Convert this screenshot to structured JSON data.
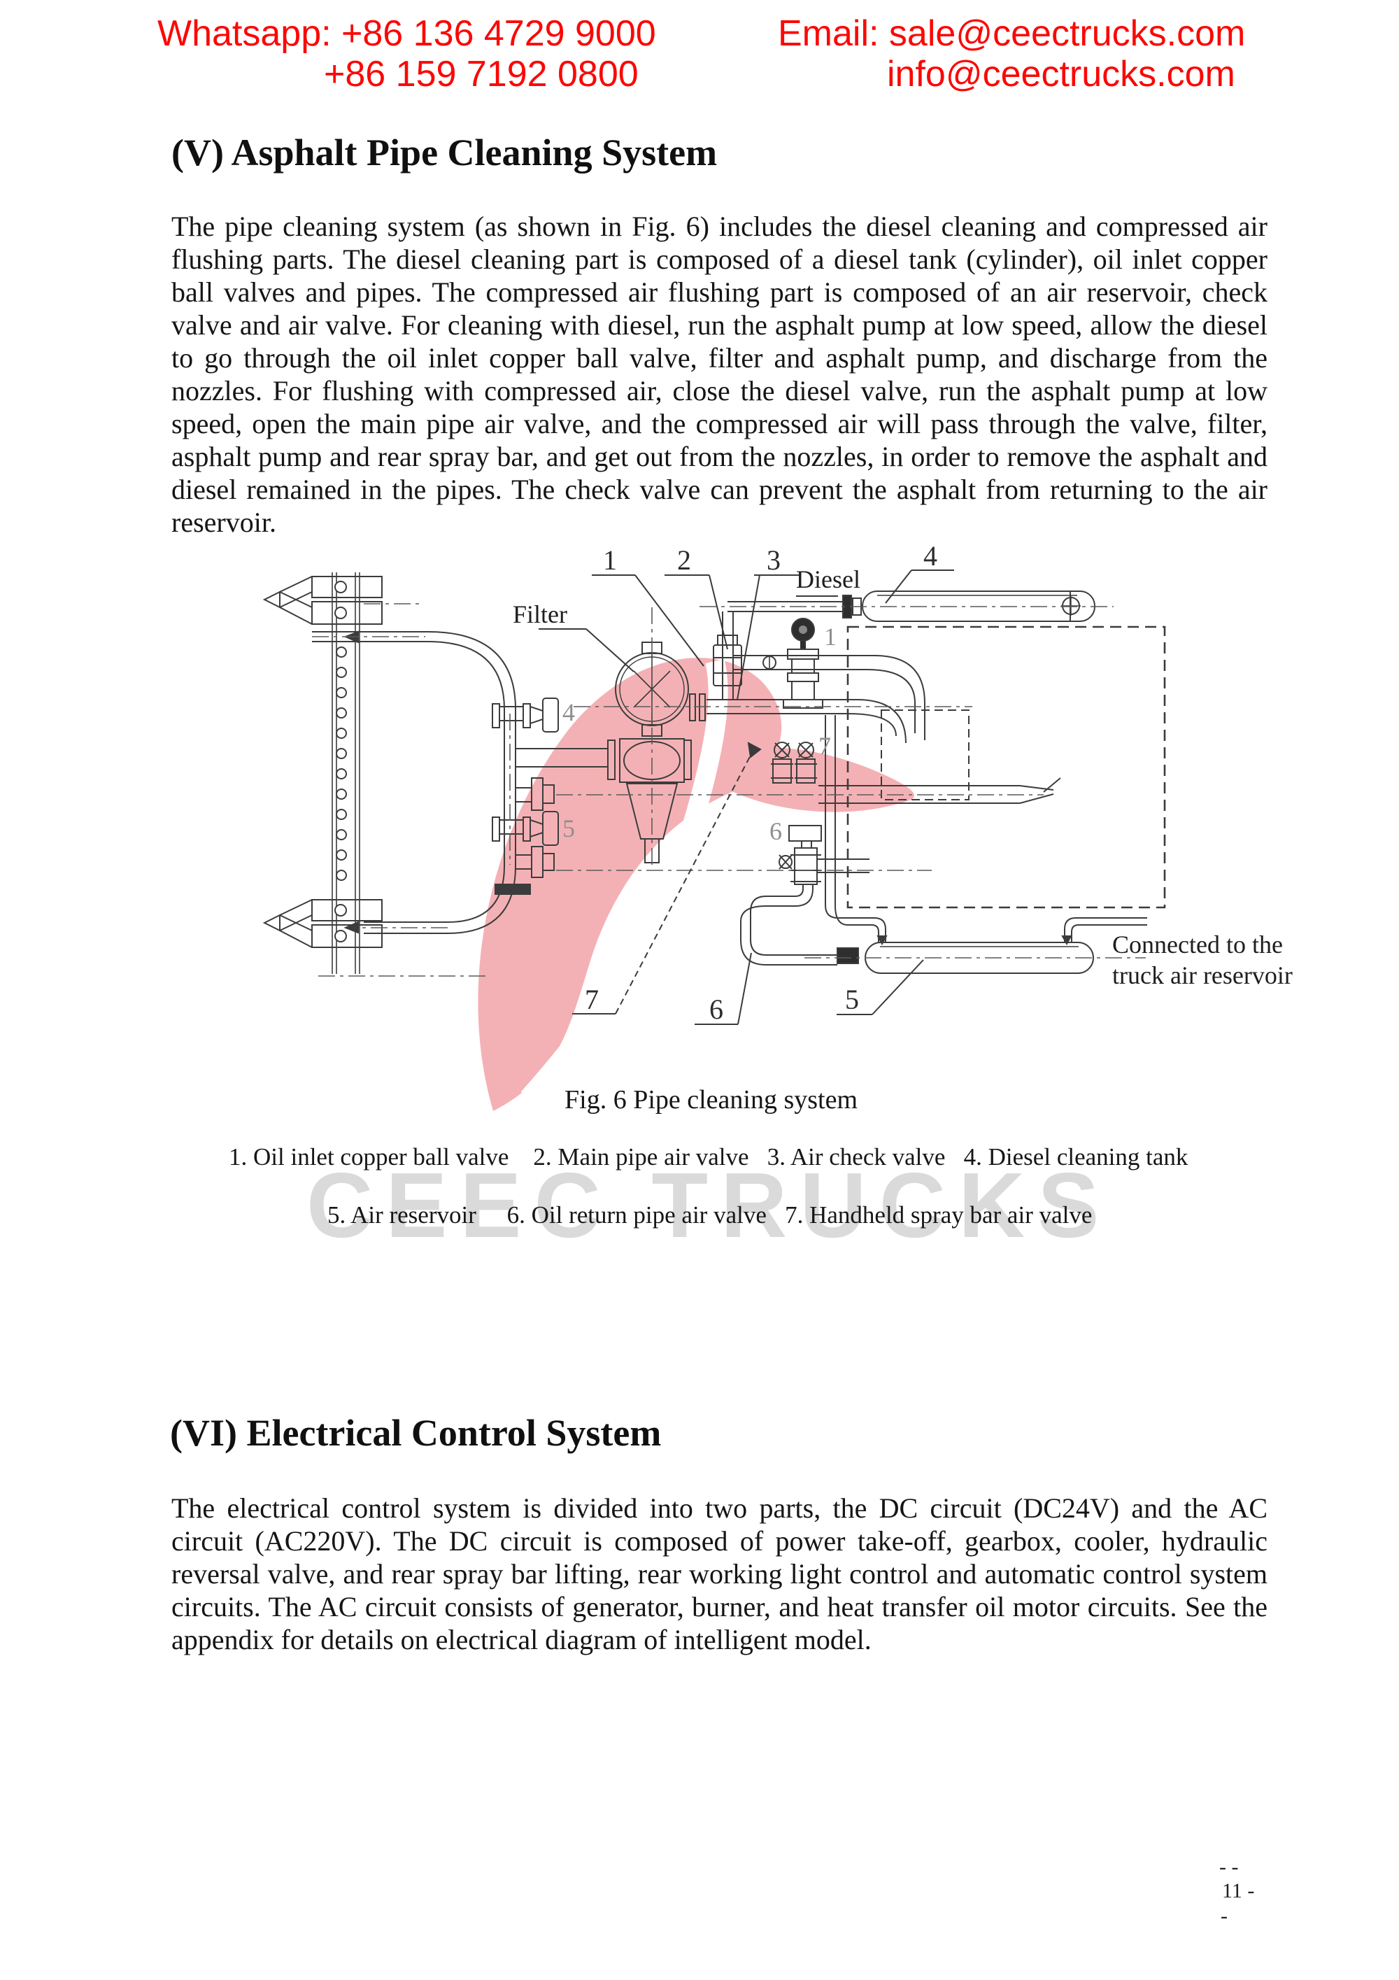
{
  "header": {
    "whatsapp_line1": "Whatsapp: +86 136 4729 9000",
    "whatsapp_line2": "+86 159 7192 0800",
    "email_line1": "Email: sale@ceectrucks.com",
    "email_line2": "info@ceectrucks.com",
    "accent_color": "#fb0806"
  },
  "section_v": {
    "title": "(V) Asphalt Pipe Cleaning System",
    "body": "The pipe cleaning system (as shown in Fig. 6) includes the diesel cleaning and compressed air flushing parts. The diesel cleaning part is composed of a diesel tank (cylinder), oil inlet copper ball valves and pipes. The compressed air flushing part is composed of an air reservoir, check valve and air valve. For cleaning with diesel, run the asphalt pump at low speed, allow the diesel to go through the oil inlet copper ball valve, filter and asphalt pump, and discharge from the nozzles. For flushing with compressed air, close the diesel valve, run the asphalt pump at low speed, open the main pipe air valve, and the compressed air will pass through the valve, filter, asphalt pump and rear spray bar, and get out from the nozzles, in order to remove the asphalt and diesel remained in the pipes. The check valve can prevent the asphalt from returning to the air reservoir."
  },
  "section_vi": {
    "title": "(VI) Electrical Control System",
    "body": "The electrical control system is divided into two parts, the DC circuit (DC24V) and the AC circuit (AC220V). The DC circuit is composed of power take-off, gearbox, cooler, hydraulic reversal valve, and rear spray bar lifting, rear working light control and automatic control system circuits. The AC circuit consists of generator, burner, and heat transfer oil motor circuits. See the appendix for details on electrical diagram of intelligent model."
  },
  "figure": {
    "caption": "Fig. 6 Pipe cleaning system",
    "legend_line1": "1. Oil inlet copper ball valve    2. Main pipe air valve   3. Air check valve   4. Diesel cleaning tank",
    "legend_line2": "5. Air reservoir     6. Oil return pipe air valve   7. Handheld spray bar air valve",
    "watermark": "CEEC TRUCKS",
    "labels": {
      "filter": "Filter",
      "diesel": "Diesel",
      "connected_line1": "Connected to the",
      "connected_line2": "truck air reservoir",
      "n1": "1",
      "n2": "2",
      "n3": "3",
      "n4": "4",
      "n5": "5",
      "n6": "6",
      "n7": "7"
    }
  },
  "footer": {
    "dashes_top": "- -",
    "page_number": "11 -",
    "dash_bottom": "-"
  }
}
